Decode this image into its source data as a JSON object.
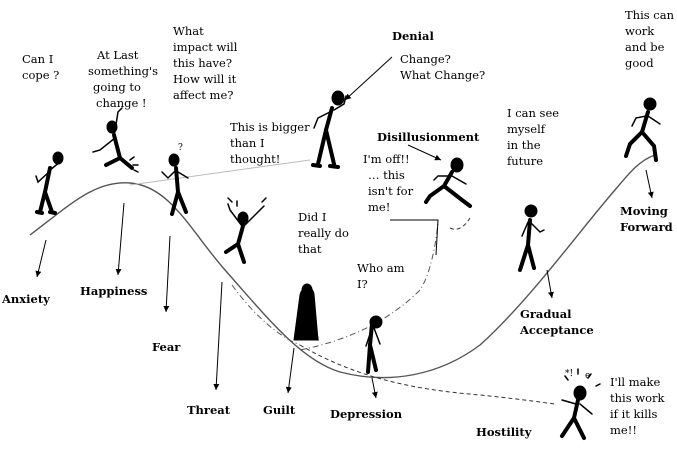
{
  "stages": {
    "anxiety": "Anxiety",
    "happiness": "Happiness",
    "fear": "Fear",
    "threat": "Threat",
    "guilt": "Guilt",
    "depression": "Depression",
    "hostility": "Hostility",
    "gradual_acceptance": [
      "Gradual",
      "Acceptance"
    ],
    "moving_forward": [
      "Moving",
      "Forward"
    ],
    "denial": "Denial",
    "disillusionment": "Disillusionment"
  },
  "quotes": {
    "anxiety": [
      "Can I",
      "cope ?"
    ],
    "happiness": [
      "At Last",
      "something's",
      "going to",
      "change !"
    ],
    "fear": [
      "What",
      "impact will",
      "this have?",
      "How will it",
      "affect me?"
    ],
    "threat": [
      "This is bigger",
      "than I",
      "thought!"
    ],
    "denial": [
      "Change?",
      "What Change?"
    ],
    "disillusionment": [
      "I'm off!!",
      "… this",
      "isn't for",
      "me!"
    ],
    "guilt": [
      "Did I",
      "really do",
      "that"
    ],
    "depression": [
      "Who am",
      "I?"
    ],
    "gradual_acceptance": [
      "I can see",
      "myself",
      "in the",
      "future"
    ],
    "moving_forward": [
      "This can",
      "work",
      "and be",
      "good"
    ],
    "hostility": [
      "I'll make",
      "this work",
      "if it kills",
      "me!!"
    ]
  }
}
